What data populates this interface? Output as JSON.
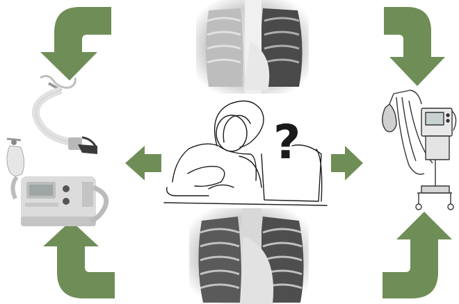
{
  "center": {
    "symbol": "?"
  },
  "colors": {
    "arrow": "#6f8e57",
    "line": "#1a1a1a",
    "device": "#d9d9d9"
  },
  "icons": {
    "top-image": "chest-xray",
    "bottom-image": "chest-xray",
    "center": "patient-in-bed-with-caregiver",
    "left": "cpap-mask-and-machine",
    "right": "mechanical-ventilator"
  }
}
